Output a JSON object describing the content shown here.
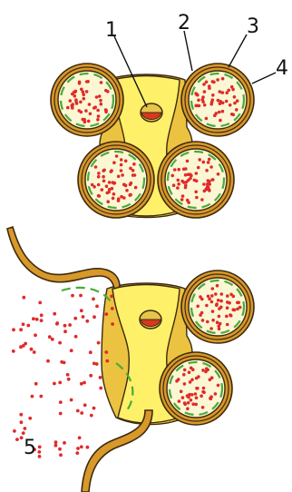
{
  "labels": {
    "l1": "1",
    "l2": "2",
    "l3": "3",
    "l4": "4",
    "l5": "5"
  },
  "colors": {
    "wall": "#d8982a",
    "connective": "#ebc341",
    "center": "#fff06a",
    "pollen_sac": "#fbf7d4",
    "tapetum": "#4caa3a",
    "pollen": "#e02a2a",
    "vascular_bundle": "#d63a1e"
  }
}
